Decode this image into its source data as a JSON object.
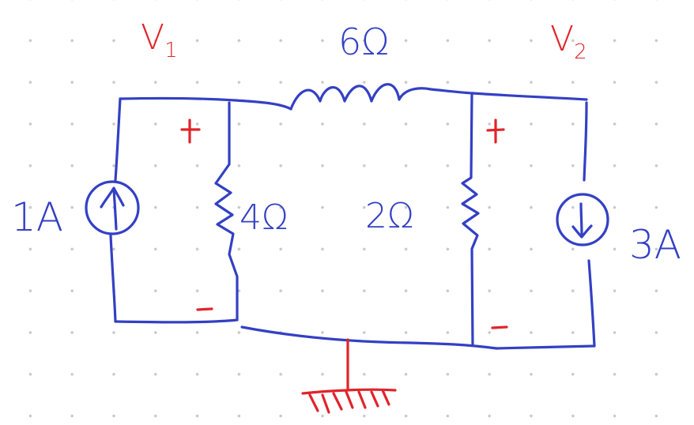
{
  "labels": {
    "v1": "V",
    "v1_sub": "1",
    "v2": "V",
    "v2_sub": "2",
    "r_top": "6Ω",
    "r_left": "4Ω",
    "r_right": "2Ω",
    "source_left": "1A",
    "source_right": "3A",
    "plus_left": "+",
    "minus_left": "−",
    "plus_right": "+",
    "minus_right": "−"
  },
  "colors": {
    "wire": "#3340c4",
    "annotation": "#e0242a",
    "grid_dot": "#c9c9c9"
  }
}
